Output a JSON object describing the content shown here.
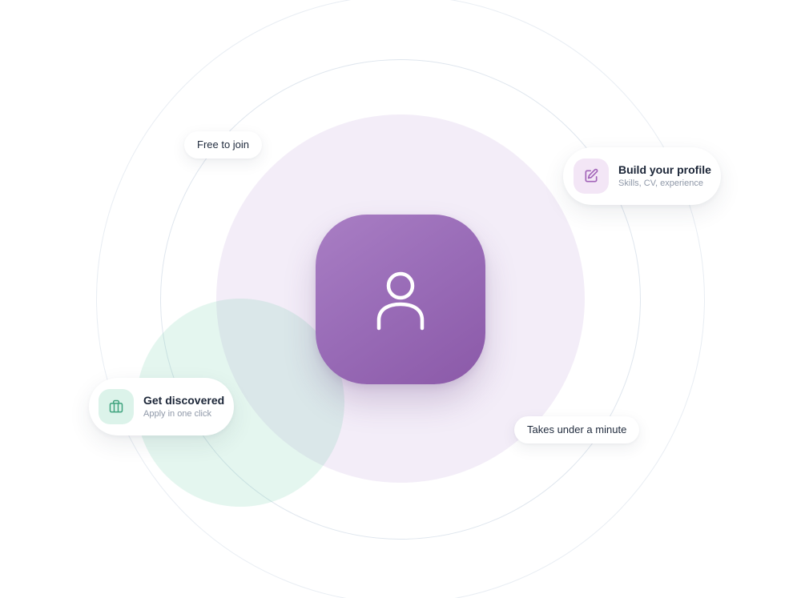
{
  "badges": {
    "free_to_join": "Free to join",
    "takes_under_a_minute": "Takes under a minute"
  },
  "cards": {
    "build_profile": {
      "title": "Build your profile",
      "subtitle": "Skills, CV, experience",
      "icon": "edit-icon"
    },
    "get_discovered": {
      "title": "Get discovered",
      "subtitle": "Apply in one click",
      "icon": "briefcase-icon"
    }
  },
  "center": {
    "icon": "user-icon"
  },
  "colors": {
    "accent_purple": "#9a6db8",
    "accent_green": "#3fa37e",
    "tile_purple_light": "#f3e6f6",
    "tile_green_light": "#dcf3ea",
    "text_dark": "#1b2537",
    "text_muted": "#8f98a8"
  }
}
